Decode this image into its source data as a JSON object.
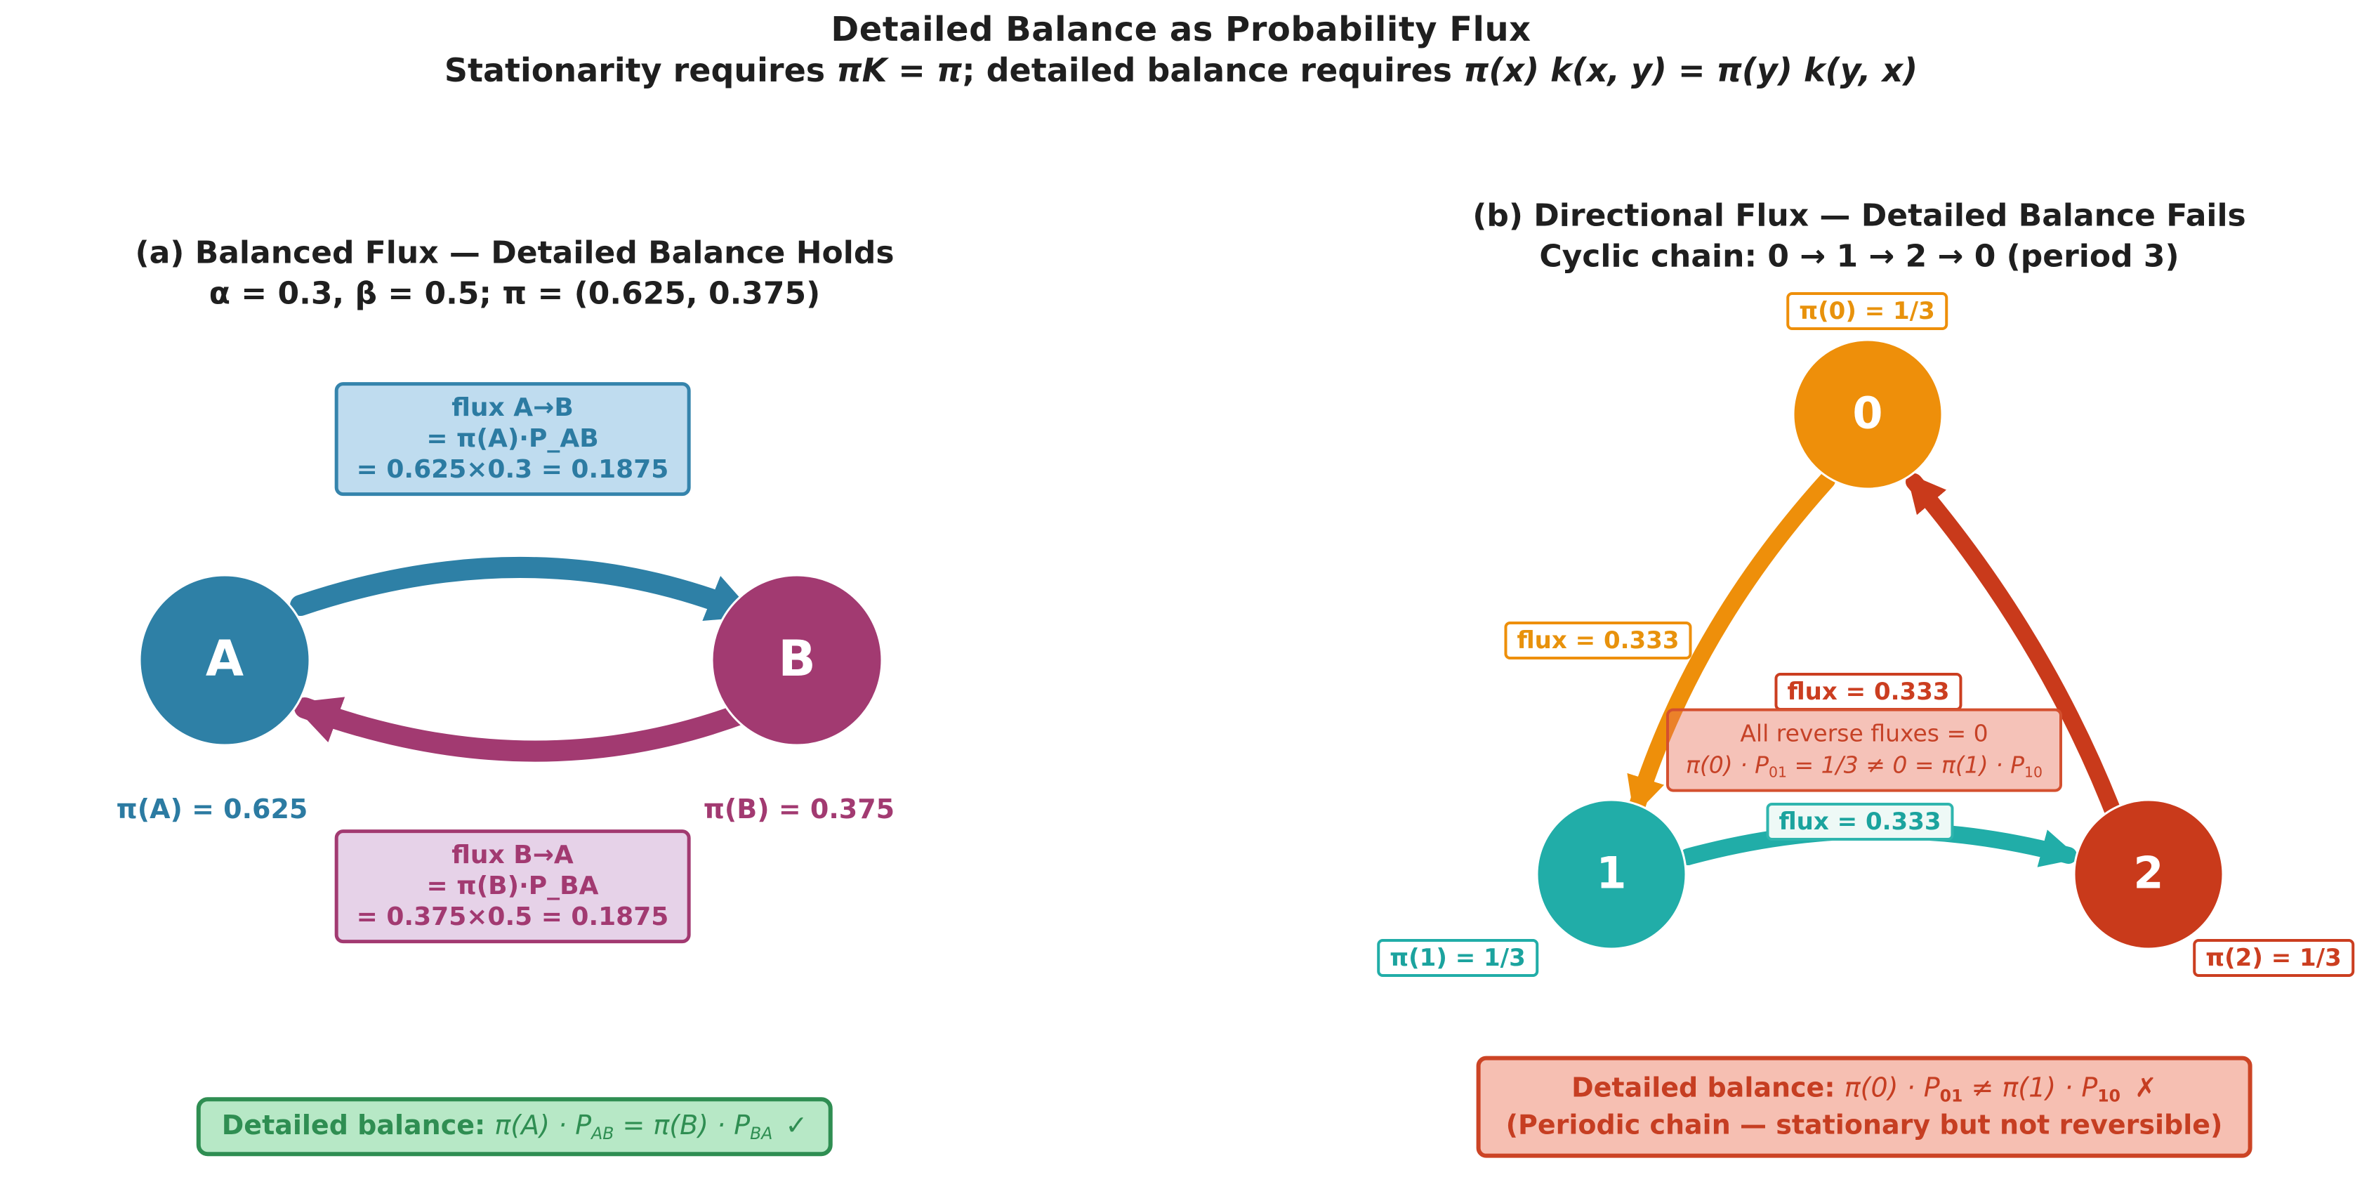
{
  "header": {
    "title": "Detailed Balance as Probability Flux",
    "subtitle_prefix": "Stationarity requires ",
    "subtitle_math1": "πK = π",
    "subtitle_mid": "; detailed balance requires ",
    "subtitle_math2": "π(x) k(x, y) = π(y) k(y, x)"
  },
  "panel_a": {
    "title_line1": "(a)  Balanced Flux — Detailed Balance Holds",
    "title_line2": "α = 0.3, β = 0.5;  π = (0.625, 0.375)",
    "flux_ab": {
      "line1": "flux A→B",
      "line2": "= π(A)·P_AB",
      "line3": "= 0.625×0.3 = 0.1875"
    },
    "flux_ba": {
      "line1": "flux B→A",
      "line2": "= π(B)·P_BA",
      "line3": "= 0.375×0.5 = 0.1875"
    },
    "node_a": {
      "label": "A",
      "pi_label": "π(A) = 0.625",
      "color": "#2e80a6"
    },
    "node_b": {
      "label": "B",
      "pi_label": "π(B) = 0.375",
      "color": "#a23a71"
    },
    "balance_box": {
      "bold_label": "Detailed balance: ",
      "math_a": "π(A) · P",
      "sub_a": "AB",
      "math_b": " = π(B) · P",
      "sub_b": "BA",
      "check": "✓"
    }
  },
  "panel_b": {
    "title_line1": "(b)  Directional Flux — Detailed Balance Fails",
    "title_line2": "Cyclic chain: 0 → 1 → 2 → 0  (period 3)",
    "pi0_label": "π(0) = 1/3",
    "pi1_label": "π(1) = 1/3",
    "pi2_label": "π(2) = 1/3",
    "flux_0_to_1": "flux = 0.333",
    "flux_2_to_0": "flux = 0.333",
    "flux_1_to_2": "flux = 0.333",
    "node0": {
      "label": "0",
      "color": "#ee8f0a"
    },
    "node1": {
      "label": "1",
      "color": "#21ada8"
    },
    "node2": {
      "label": "2",
      "color": "#c93a1b"
    },
    "reverse_box": {
      "line1": "All reverse fluxes = 0",
      "m1": "π(0) · P",
      "s1": "01",
      "m2": " = 1/3 ≠ 0 = π(1) · P",
      "s2": "10"
    },
    "balance_box": {
      "bold_label": "Detailed balance: ",
      "m1": "π(0) · P",
      "s1": "01",
      "m2": " ≠ π(1) · P",
      "s2": "10",
      "cross": "✗",
      "line2": "(Periodic chain — stationary but not reversible)"
    }
  },
  "colors": {
    "node_a_blue": "#2e80a6",
    "node_b_magenta": "#a23a71",
    "node0_orange": "#ee8f0a",
    "node1_teal": "#21ada8",
    "node2_red": "#c93a1b",
    "green_ok": "#2f8e52",
    "salmon_warn": "#d4502f"
  }
}
